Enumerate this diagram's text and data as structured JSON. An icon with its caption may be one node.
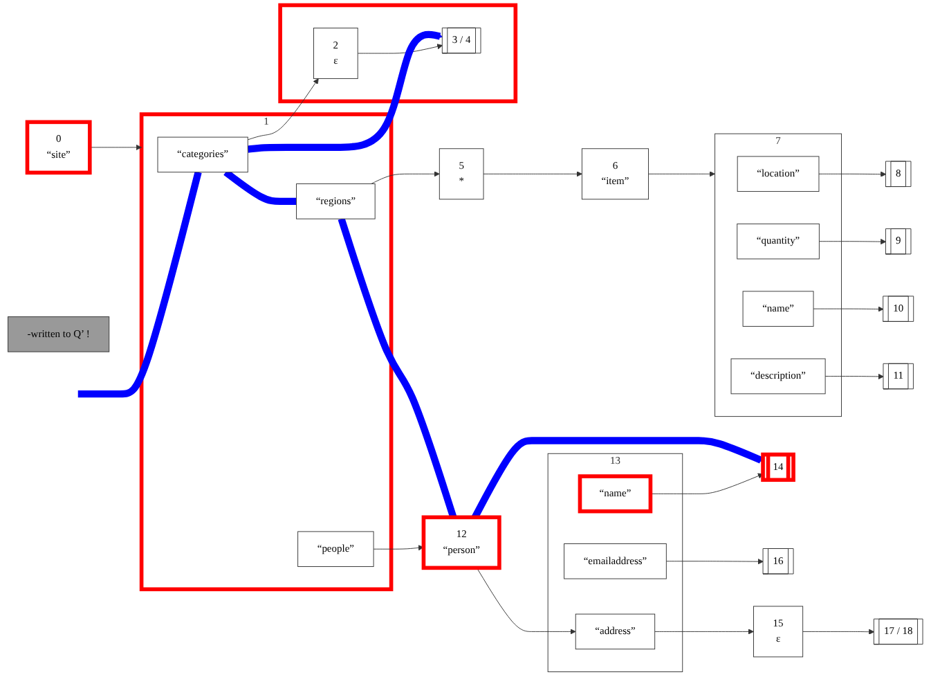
{
  "diagram": {
    "nodes": [
      {
        "text": [
          "0",
          "“site”"
        ]
      },
      {
        "text": [
          "1"
        ]
      },
      {
        "text": [
          "“categories”"
        ],
        "in": 1
      },
      {
        "text": [
          "“regions”"
        ],
        "in": 1
      },
      {
        "text": [
          "“people”"
        ],
        "in": 1
      },
      {
        "text": [],
        "shape": "box"
      },
      {
        "text": [
          "2",
          "ε"
        ],
        "in": 5
      },
      {
        "text": [
          "3 / 4"
        ],
        "in": 5
      },
      {
        "text": [
          "5",
          "*"
        ]
      },
      {
        "text": [
          "6",
          "“item”"
        ]
      },
      {
        "text": [
          "7"
        ]
      },
      {
        "text": [
          "“location”"
        ],
        "in": 10
      },
      {
        "text": [
          "“quantity”"
        ],
        "in": 10
      },
      {
        "text": [
          "“name”"
        ],
        "in": 10
      },
      {
        "text": [
          "“description”"
        ],
        "in": 10
      },
      {
        "text": [
          "8"
        ]
      },
      {
        "text": [
          "9"
        ]
      },
      {
        "text": [
          "10"
        ]
      },
      {
        "text": [
          "11"
        ]
      },
      {
        "text": [
          "12",
          "“person”"
        ]
      },
      {
        "text": [
          "13"
        ]
      },
      {
        "text": [
          "“name”"
        ],
        "in": 20
      },
      {
        "text": [
          "“address”"
        ],
        "in": 20
      },
      {
        "text": [
          "“emailaddress”"
        ],
        "in": 20
      },
      {
        "text": [
          "14"
        ]
      },
      {
        "text": [
          "15",
          "ε"
        ]
      },
      {
        "text": [
          "16"
        ]
      },
      {
        "text": [
          "17 / 18"
        ]
      },
      {
        "text": [
          "-written to Q’ !"
        ]
      }
    ],
    "edges": [
      {
        "from": 0,
        "to": 1,
        "arrow": "to"
      },
      {
        "from": 2,
        "to": 6,
        "arrow": "to"
      },
      {
        "from": 3,
        "to": 8,
        "arrow": "to"
      },
      {
        "from": 4,
        "to": 19,
        "arrow": "to"
      },
      {
        "from": 6,
        "to": 7,
        "arrow": "to"
      },
      {
        "from": 8,
        "to": 9,
        "arrow": "to"
      },
      {
        "from": 9,
        "to": 10,
        "arrow": "to"
      },
      {
        "from": 11,
        "to": 15,
        "arrow": "to"
      },
      {
        "from": 12,
        "to": 16,
        "arrow": "to"
      },
      {
        "from": 13,
        "to": 17,
        "arrow": "to"
      },
      {
        "from": 14,
        "to": 18,
        "arrow": "to"
      },
      {
        "from": 19,
        "to": 22,
        "arrow": "to"
      },
      {
        "from": 21,
        "to": 24,
        "arrow": "to"
      },
      {
        "from": 22,
        "to": 25,
        "arrow": "to"
      },
      {
        "from": 23,
        "to": 26,
        "arrow": "to"
      },
      {
        "from": 25,
        "to": 27,
        "arrow": "to"
      },
      {
        "from": null,
        "to": 2,
        "arrow": "none",
        "style": "thick",
        "color": "#0000ff"
      },
      {
        "from": 2,
        "to": 7,
        "arrow": "to",
        "style": "thick",
        "color": "#0000ff"
      },
      {
        "from": 2,
        "to": 3,
        "arrow": "none",
        "style": "thick",
        "color": "#0000ff"
      },
      {
        "from": 3,
        "to": 19,
        "arrow": "none",
        "style": "thick",
        "color": "#0000ff"
      },
      {
        "from": 19,
        "to": 24,
        "arrow": "to",
        "style": "thick",
        "color": "#0000ff"
      }
    ]
  }
}
